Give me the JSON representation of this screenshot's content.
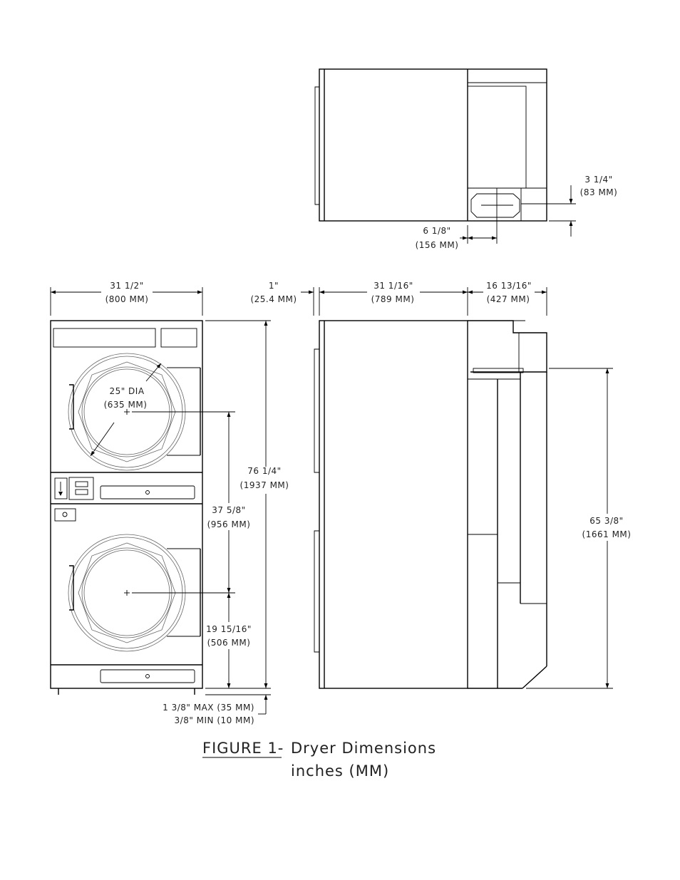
{
  "top_view": {
    "dim_right_in": "3 1/4\"",
    "dim_right_mm": "(83 MM)",
    "dim_bottom_in": "6 1/8\"",
    "dim_bottom_mm": "(156 MM)"
  },
  "front_view": {
    "width_in": "31 1/2\"",
    "width_mm": "(800 MM)",
    "door_dia_in": "25\" DIA",
    "door_dia_mm": "(635 MM)",
    "overall_height_in": "76 1/4\"",
    "overall_height_mm": "(1937 MM)",
    "door_centers_in": "37 5/8\"",
    "door_centers_mm": "(956 MM)",
    "lower_door_center_in": "19 15/16\"",
    "lower_door_center_mm": "(506 MM)",
    "leveling_max": "1 3/8\" MAX (35 MM)",
    "leveling_min": "3/8\"  MIN  (10 MM)"
  },
  "side_view": {
    "front_offset_in": "1\"",
    "front_offset_mm": "(25.4 MM)",
    "depth_in": "31 1/16\"",
    "depth_mm": "(789 MM)",
    "rear_in": "16 13/16\"",
    "rear_mm": "(427 MM)",
    "duct_height_in": "65 3/8\"",
    "duct_height_mm": "(1661 MM)"
  },
  "caption": {
    "figure": "FIGURE 1-",
    "title": "Dryer Dimensions",
    "units": "inches (MM)"
  }
}
